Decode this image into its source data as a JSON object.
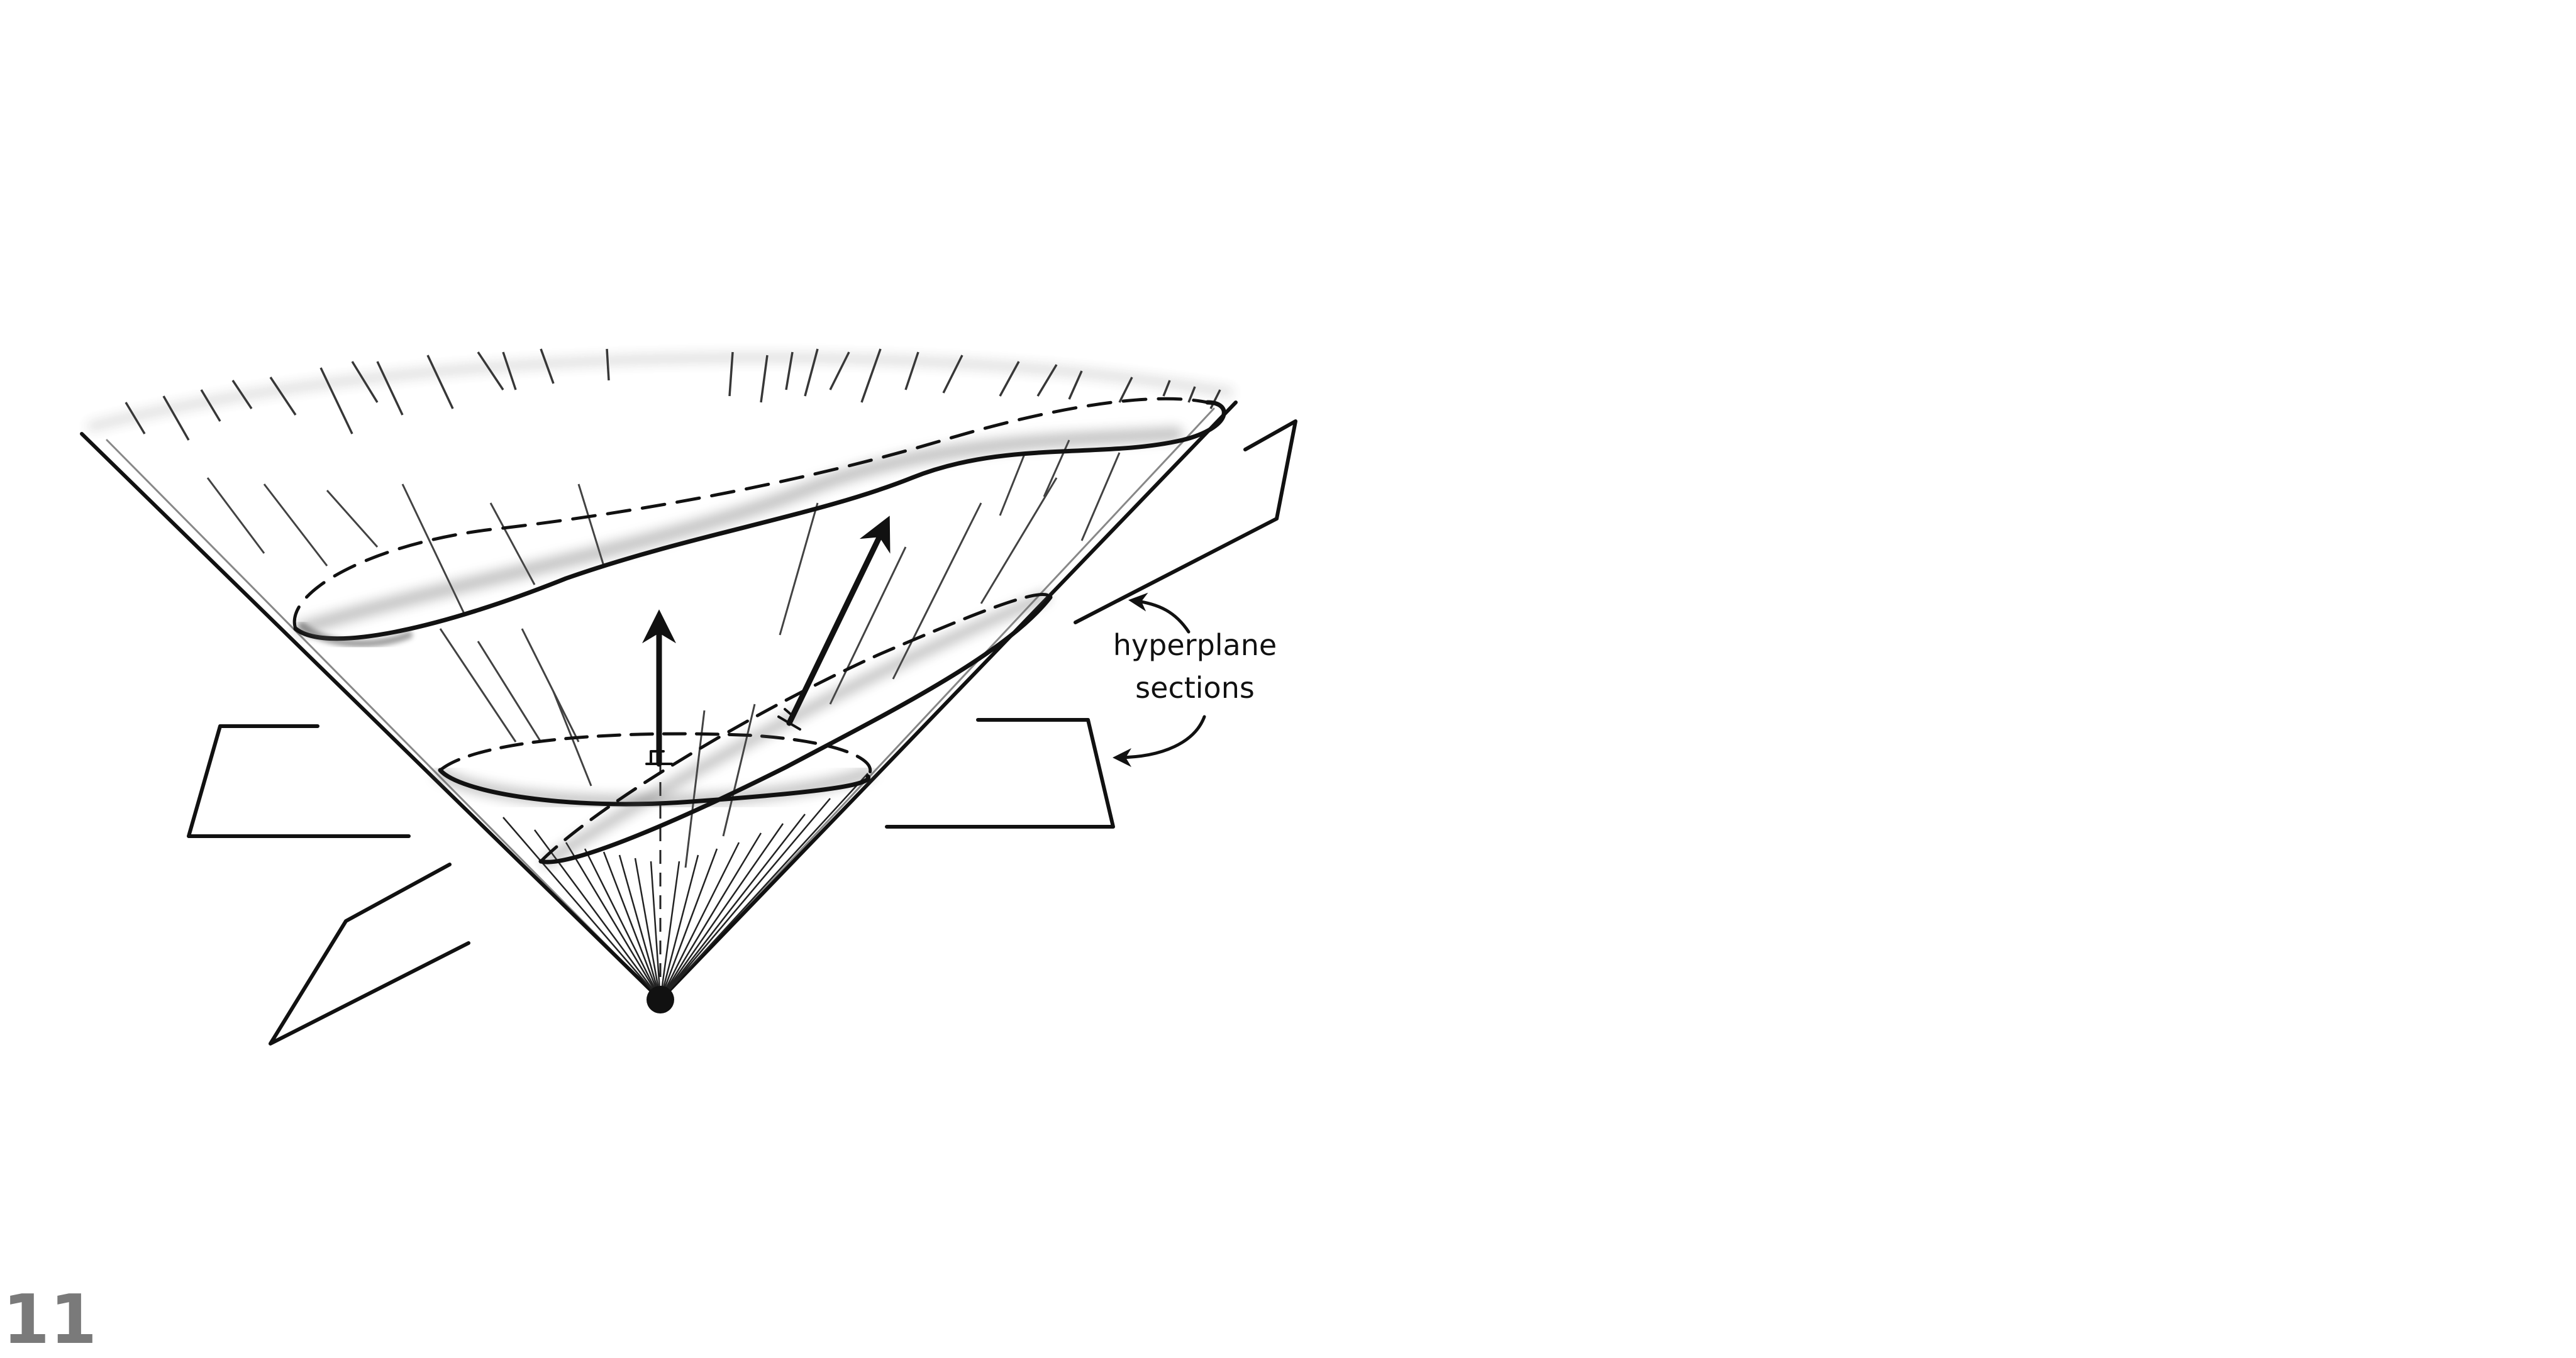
{
  "diagram": {
    "annotation": {
      "line1": "hyperplane",
      "line2": "sections"
    },
    "page_number": "11"
  }
}
